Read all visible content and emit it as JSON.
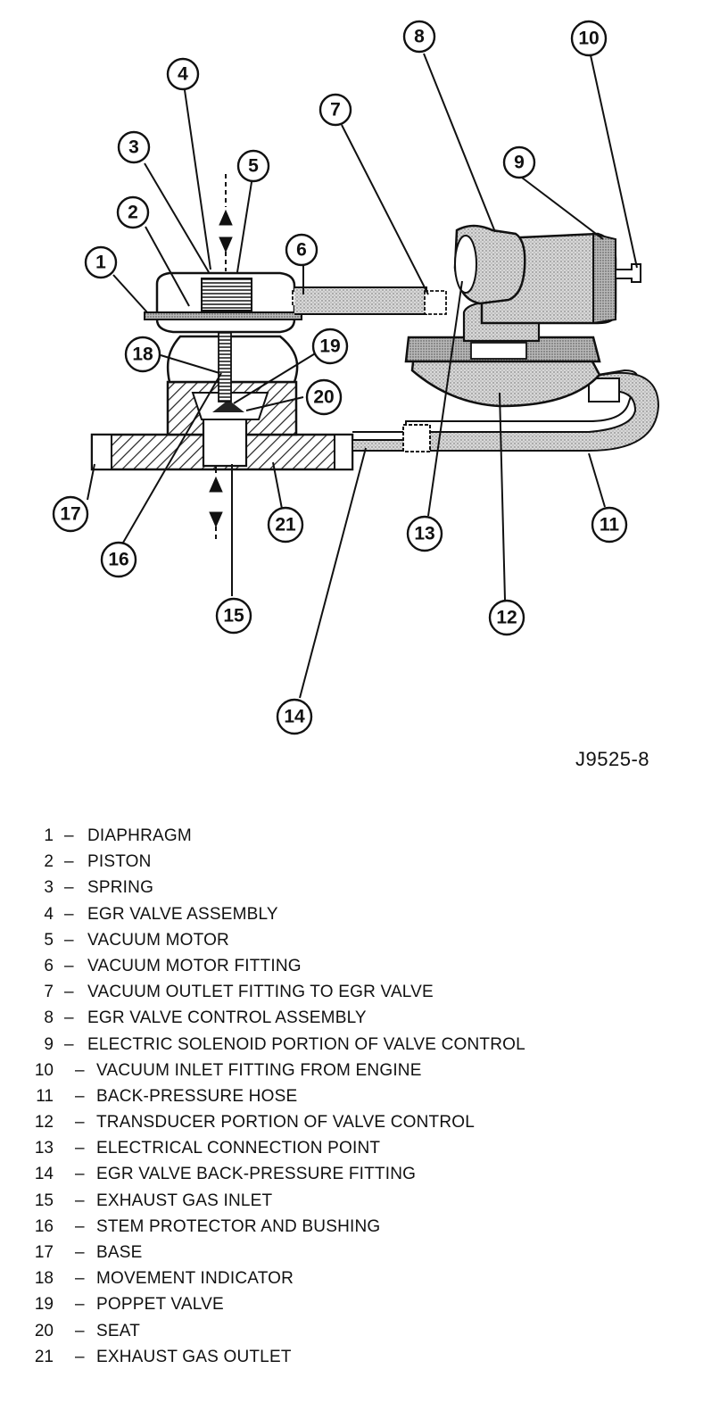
{
  "figure_id": "J9525-8",
  "callouts": [
    "1",
    "2",
    "3",
    "4",
    "5",
    "6",
    "7",
    "8",
    "9",
    "10",
    "11",
    "12",
    "13",
    "14",
    "15",
    "16",
    "17",
    "18",
    "19",
    "20",
    "21"
  ],
  "legend": [
    {
      "num": "1",
      "desc": "DIAPHRAGM"
    },
    {
      "num": "2",
      "desc": "PISTON"
    },
    {
      "num": "3",
      "desc": "SPRING"
    },
    {
      "num": "4",
      "desc": "EGR VALVE ASSEMBLY"
    },
    {
      "num": "5",
      "desc": "VACUUM MOTOR"
    },
    {
      "num": "6",
      "desc": "VACUUM MOTOR FITTING"
    },
    {
      "num": "7",
      "desc": "VACUUM OUTLET FITTING TO EGR VALVE"
    },
    {
      "num": "8",
      "desc": "EGR VALVE CONTROL ASSEMBLY"
    },
    {
      "num": "9",
      "desc": "ELECTRIC SOLENOID PORTION OF VALVE CONTROL"
    },
    {
      "num": "10",
      "desc": "VACUUM INLET FITTING FROM ENGINE"
    },
    {
      "num": "11",
      "desc": "BACK-PRESSURE HOSE"
    },
    {
      "num": "12",
      "desc": "TRANSDUCER PORTION OF VALVE CONTROL"
    },
    {
      "num": "13",
      "desc": "ELECTRICAL CONNECTION POINT"
    },
    {
      "num": "14",
      "desc": "EGR VALVE BACK-PRESSURE FITTING"
    },
    {
      "num": "15",
      "desc": "EXHAUST GAS INLET"
    },
    {
      "num": "16",
      "desc": "STEM PROTECTOR AND BUSHING"
    },
    {
      "num": "17",
      "desc": "BASE"
    },
    {
      "num": "18",
      "desc": "MOVEMENT INDICATOR"
    },
    {
      "num": "19",
      "desc": "POPPET VALVE"
    },
    {
      "num": "20",
      "desc": "SEAT"
    },
    {
      "num": "21",
      "desc": "EXHAUST GAS OUTLET"
    }
  ],
  "legend_separator": "–"
}
